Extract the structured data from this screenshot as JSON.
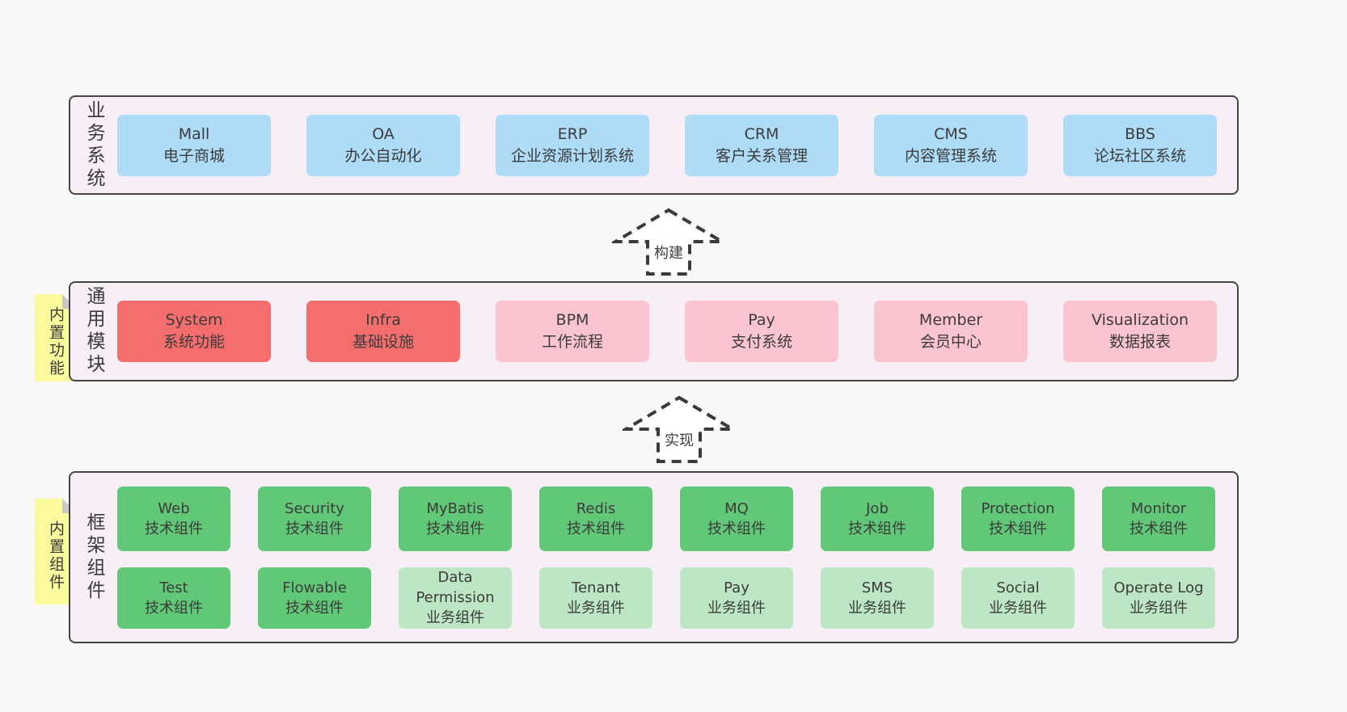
{
  "colors": {
    "page_bg": "#f8f8f8",
    "band_bg": "#f8eef6",
    "band_border": "#454545",
    "blue_box": "#aedcf7",
    "red_box": "#f56e6e",
    "pink_box": "#fac5d0",
    "green_box": "#61c878",
    "light_green_box": "#bde7c4",
    "sticky_yellow": "#fbfb9e",
    "text": "#3b3b3b"
  },
  "arrows": [
    {
      "label": "构建"
    },
    {
      "label": "实现"
    }
  ],
  "bands": [
    {
      "id": "business-systems",
      "label": "业务系统",
      "boxes": [
        {
          "title": "Mall",
          "subtitle": "电子商城",
          "variant": "blue"
        },
        {
          "title": "OA",
          "subtitle": "办公自动化",
          "variant": "blue"
        },
        {
          "title": "ERP",
          "subtitle": "企业资源计划系统",
          "variant": "blue"
        },
        {
          "title": "CRM",
          "subtitle": "客户关系管理",
          "variant": "blue"
        },
        {
          "title": "CMS",
          "subtitle": "内容管理系统",
          "variant": "blue"
        },
        {
          "title": "BBS",
          "subtitle": "论坛社区系统",
          "variant": "blue"
        }
      ]
    },
    {
      "id": "common-modules",
      "label": "通用模块",
      "sticky": "内置功能",
      "boxes": [
        {
          "title": "System",
          "subtitle": "系统功能",
          "variant": "red"
        },
        {
          "title": "Infra",
          "subtitle": "基础设施",
          "variant": "red"
        },
        {
          "title": "BPM",
          "subtitle": "工作流程",
          "variant": "pink"
        },
        {
          "title": "Pay",
          "subtitle": "支付系统",
          "variant": "pink"
        },
        {
          "title": "Member",
          "subtitle": "会员中心",
          "variant": "pink"
        },
        {
          "title": "Visualization",
          "subtitle": "数据报表",
          "variant": "pink"
        }
      ]
    },
    {
      "id": "framework-components",
      "label": "框架组件",
      "sticky": "内置组件",
      "rows": [
        [
          {
            "title": "Web",
            "subtitle": "技术组件",
            "variant": "green"
          },
          {
            "title": "Security",
            "subtitle": "技术组件",
            "variant": "green"
          },
          {
            "title": "MyBatis",
            "subtitle": "技术组件",
            "variant": "green"
          },
          {
            "title": "Redis",
            "subtitle": "技术组件",
            "variant": "green"
          },
          {
            "title": "MQ",
            "subtitle": "技术组件",
            "variant": "green"
          },
          {
            "title": "Job",
            "subtitle": "技术组件",
            "variant": "green"
          },
          {
            "title": "Protection",
            "subtitle": "技术组件",
            "variant": "green"
          },
          {
            "title": "Monitor",
            "subtitle": "技术组件",
            "variant": "green"
          }
        ],
        [
          {
            "title": "Test",
            "subtitle": "技术组件",
            "variant": "green"
          },
          {
            "title": "Flowable",
            "subtitle": "技术组件",
            "variant": "green"
          },
          {
            "title": "Data Permission",
            "subtitle": "业务组件",
            "variant": "lightgreen"
          },
          {
            "title": "Tenant",
            "subtitle": "业务组件",
            "variant": "lightgreen"
          },
          {
            "title": "Pay",
            "subtitle": "业务组件",
            "variant": "lightgreen"
          },
          {
            "title": "SMS",
            "subtitle": "业务组件",
            "variant": "lightgreen"
          },
          {
            "title": "Social",
            "subtitle": "业务组件",
            "variant": "lightgreen"
          },
          {
            "title": "Operate Log",
            "subtitle": "业务组件",
            "variant": "lightgreen"
          }
        ]
      ]
    }
  ]
}
